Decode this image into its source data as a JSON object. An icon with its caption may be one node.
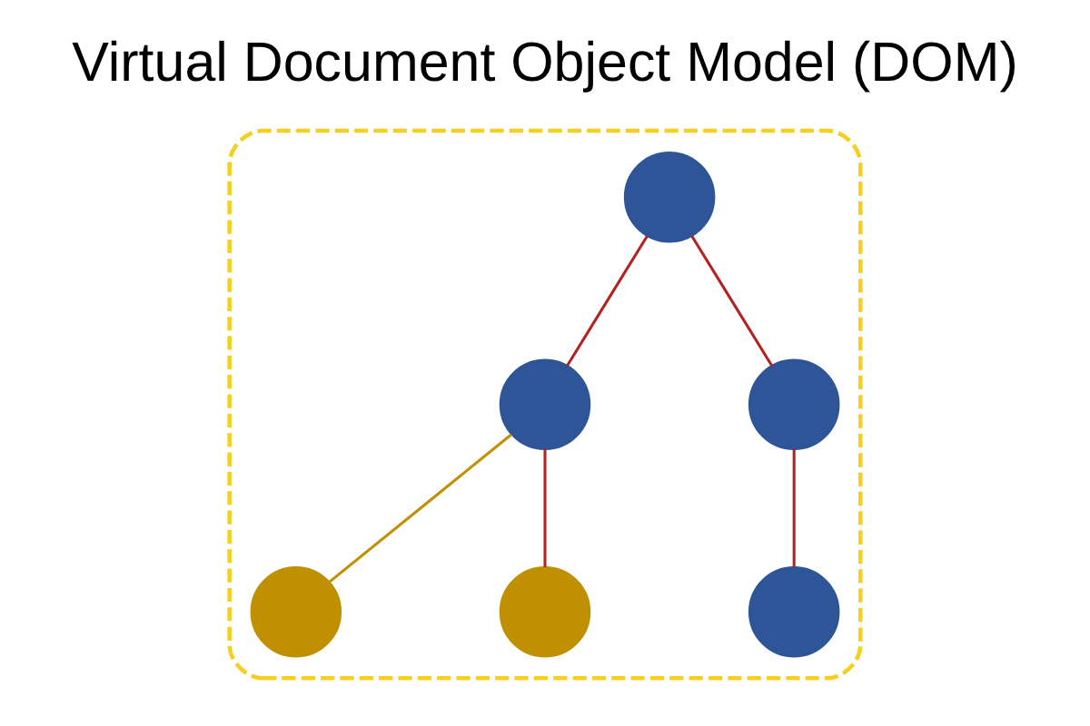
{
  "diagram": {
    "title": "Virtual Document Object Model (DOM)",
    "nodes": [
      {
        "text": [],
        "shape": "box"
      },
      {
        "text": [],
        "shape": "circle",
        "in": 0
      },
      {
        "text": [],
        "shape": "circle",
        "in": 0
      },
      {
        "text": [],
        "shape": "circle",
        "in": 0
      },
      {
        "text": [],
        "shape": "circle",
        "in": 0
      },
      {
        "text": [],
        "shape": "circle",
        "in": 0
      },
      {
        "text": [],
        "shape": "circle",
        "in": 0
      }
    ],
    "edges": [
      {
        "from": 1,
        "to": 2,
        "arrow": "none"
      },
      {
        "from": 1,
        "to": 3,
        "arrow": "none"
      },
      {
        "from": 2,
        "to": 4,
        "arrow": "none",
        "color": "#c09000"
      },
      {
        "from": 2,
        "to": 5,
        "arrow": "none"
      },
      {
        "from": 3,
        "to": 6,
        "arrow": "none"
      }
    ]
  }
}
